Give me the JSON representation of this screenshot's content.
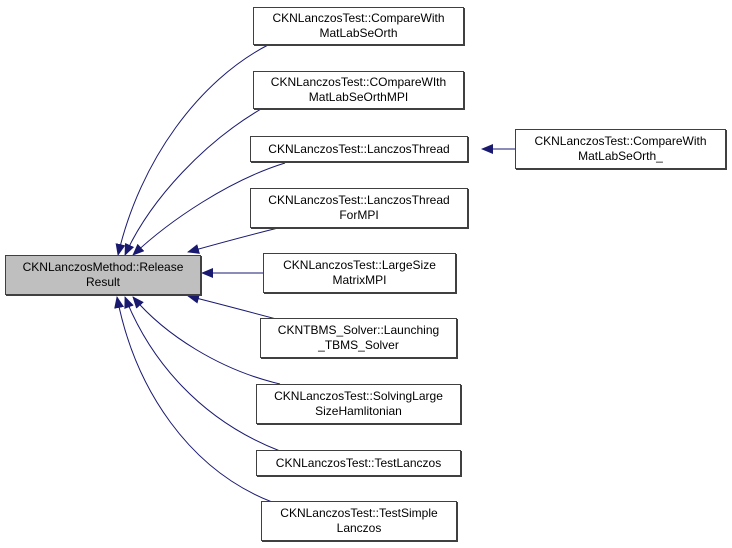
{
  "diagram": {
    "type": "caller-graph",
    "edge_color": "#191970",
    "root": {
      "id": "root",
      "lines": [
        "CKNLanczosMethod::Release",
        "Result"
      ],
      "fill": "#bfbfbf"
    },
    "nodes": [
      {
        "id": "n1",
        "lines": [
          "CKNLanczosTest::CompareWith",
          "MatLabSeOrth"
        ]
      },
      {
        "id": "n2",
        "lines": [
          "CKNLanczosTest::COmpareWIth",
          "MatLabSeOrthMPI"
        ]
      },
      {
        "id": "n3",
        "lines": [
          "CKNLanczosTest::LanczosThread"
        ]
      },
      {
        "id": "n4",
        "lines": [
          "CKNLanczosTest::LanczosThread",
          "ForMPI"
        ]
      },
      {
        "id": "n5",
        "lines": [
          "CKNLanczosTest::LargeSize",
          "MatrixMPI"
        ]
      },
      {
        "id": "n6",
        "lines": [
          "CKNTBMS_Solver::Launching",
          "_TBMS_Solver"
        ]
      },
      {
        "id": "n7",
        "lines": [
          "CKNLanczosTest::SolvingLarge",
          "SizeHamlitonian"
        ]
      },
      {
        "id": "n8",
        "lines": [
          "CKNLanczosTest::TestLanczos"
        ]
      },
      {
        "id": "n9",
        "lines": [
          "CKNLanczosTest::TestSimple",
          "Lanczos"
        ]
      },
      {
        "id": "n10",
        "lines": [
          "CKNLanczosTest::CompareWith",
          "MatLabSeOrth_"
        ]
      }
    ],
    "edges": [
      {
        "from": "n1",
        "to": "root"
      },
      {
        "from": "n2",
        "to": "root"
      },
      {
        "from": "n3",
        "to": "root"
      },
      {
        "from": "n4",
        "to": "root"
      },
      {
        "from": "n5",
        "to": "root"
      },
      {
        "from": "n6",
        "to": "root"
      },
      {
        "from": "n7",
        "to": "root"
      },
      {
        "from": "n8",
        "to": "root"
      },
      {
        "from": "n9",
        "to": "root"
      },
      {
        "from": "n10",
        "to": "n3"
      }
    ]
  }
}
